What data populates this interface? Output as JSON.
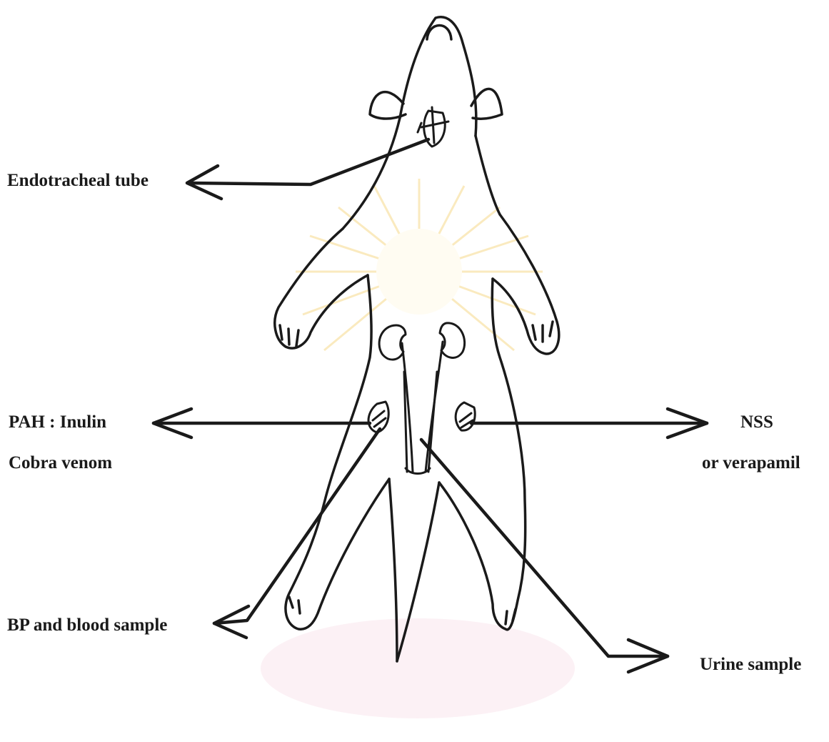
{
  "labels": {
    "endotracheal": "Endotracheal tube",
    "pah": "PAH : Inulin",
    "cobra": "Cobra venom",
    "bp": "BP and blood sample",
    "nss": "NSS",
    "verapamil": "or verapamil",
    "urine": "Urine sample"
  },
  "colors": {
    "ink": "#1a1a1a",
    "watermark": "#f3c64b",
    "watermark_pink": "#f7d6e2"
  }
}
